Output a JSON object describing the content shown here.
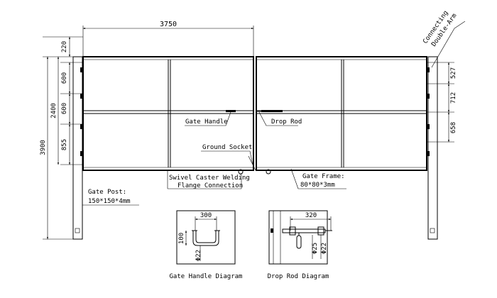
{
  "dimensions": {
    "top_width": "3750",
    "left_220": "220",
    "left_600a": "600",
    "left_600b": "600",
    "left_2400": "2400",
    "left_855": "855",
    "left_3900": "3900",
    "right_527": "527",
    "right_712": "712",
    "right_658": "658"
  },
  "labels": {
    "connecting_line1": "Connecting",
    "connecting_line2": "Double-Arm",
    "gate_handle": "Gate Handle",
    "drop_rod": "Drop Rod",
    "ground_socket": "Ground Socket",
    "swivel_line1": "Swivel Caster Welding",
    "swivel_line2": "Flange Connection",
    "gate_frame_line1": "Gate Frame:",
    "gate_frame_line2": "80*80*3mm",
    "gate_post_line1": "Gate Post:",
    "gate_post_line2": "150*150*4mm"
  },
  "handle_diagram": {
    "width": "300",
    "height": "100",
    "dia": "Φ22",
    "caption": "Gate Handle Diagram"
  },
  "drop_rod_diagram": {
    "width": "320",
    "dia_a": "Φ25",
    "dia_b": "Φ22",
    "caption": "Drop Rod Diagram"
  }
}
